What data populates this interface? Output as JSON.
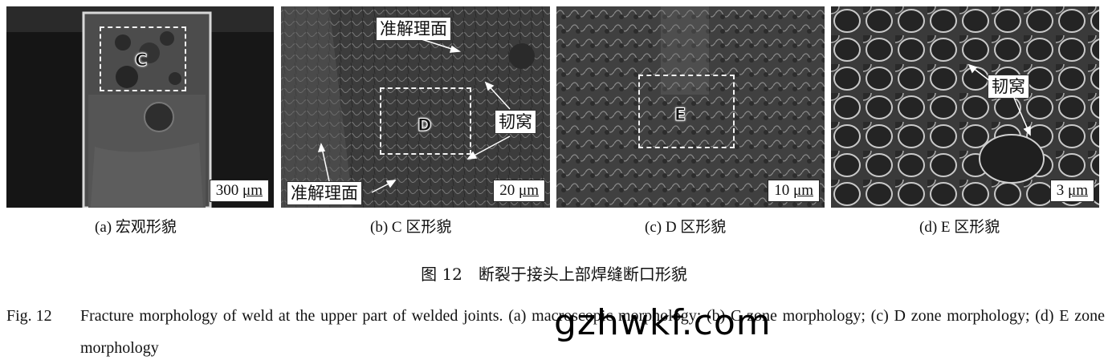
{
  "panels": [
    {
      "id": "a",
      "scale": "300",
      "unit": "μm",
      "zone": "C",
      "caption": "(a) 宏观形貌"
    },
    {
      "id": "b",
      "scale": "20",
      "unit": "μm",
      "zone": "D",
      "caption": "(b) C 区形貌",
      "labels": [
        "准解理面",
        "韧窝",
        "准解理面"
      ]
    },
    {
      "id": "c",
      "scale": "10",
      "unit": "μm",
      "zone": "E",
      "caption": "(c) D 区形貌"
    },
    {
      "id": "d",
      "scale": "3",
      "unit": "μm",
      "caption": "(d) E 区形貌",
      "labels": [
        "韧窝"
      ]
    }
  ],
  "figure": {
    "cn_title": "图 12　断裂于接头上部焊缝断口形貌",
    "en_label": "Fig. 12",
    "en_caption": "Fracture morphology of weld at the upper part of welded joints. (a) macroscopic morphology; (b) C zone morphology; (c) D zone morphology; (d) E zone morphology"
  },
  "watermark": "gzhwkf.com",
  "colors": {
    "sem_dark": "#1c1c1c",
    "sem_mid": "#4a4a4a",
    "sem_light": "#cfcfcf",
    "dashed_box": "#f2f2f2"
  }
}
